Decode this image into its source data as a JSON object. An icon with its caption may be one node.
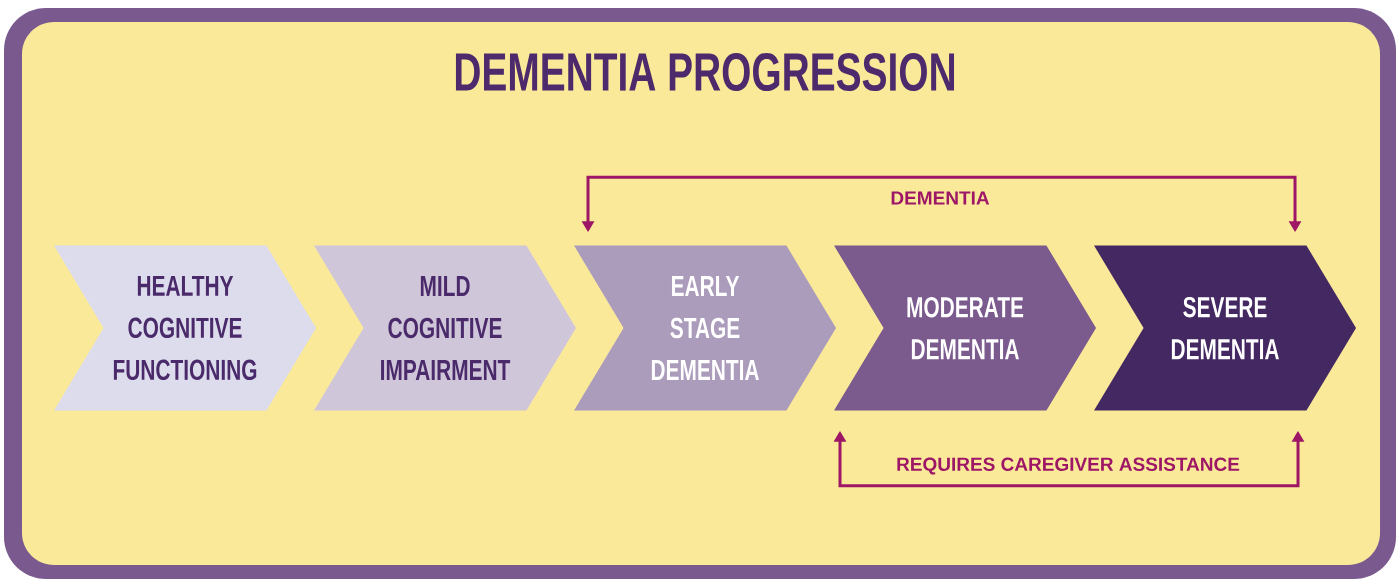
{
  "diagram": {
    "title": "DEMENTIA PROGRESSION",
    "nodes": [
      {
        "text": [
          "HEALTHY COGNITIVE FUNCTIONING"
        ]
      },
      {
        "text": [
          "MILD COGNITIVE IMPAIRMENT"
        ]
      },
      {
        "text": [
          "EARLY STAGE DEMENTIA"
        ]
      },
      {
        "text": [
          "MODERATE DEMENTIA"
        ]
      },
      {
        "text": [
          "SEVERE DEMENTIA"
        ]
      }
    ],
    "edges": [
      {
        "from": 2,
        "to": 4,
        "arrow": "both",
        "label": "DEMENTIA"
      },
      {
        "from": 3,
        "to": 4,
        "arrow": "both",
        "label": "REQUIRES CAREGIVER ASSISTANCE"
      }
    ]
  }
}
